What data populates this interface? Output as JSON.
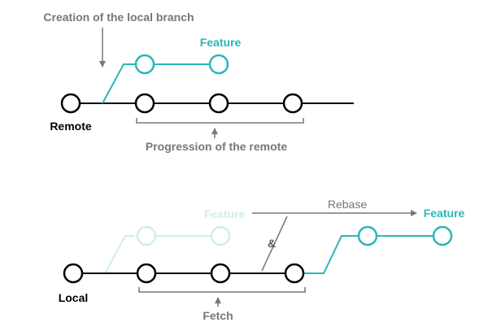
{
  "annotations": {
    "creation_label": "Creation of the local branch",
    "progression_label": "Progression of the remote",
    "rebase_label": "Rebase",
    "and_label": "&",
    "fetch_label": "Fetch"
  },
  "top_diagram": {
    "branch_label": "Feature",
    "node_label": "Remote"
  },
  "bottom_diagram": {
    "faded_branch_label": "Feature",
    "rebased_branch_label": "Feature",
    "node_label": "Local"
  },
  "colors": {
    "line": "#000000",
    "branch": "#2ab7b7",
    "faded_branch": "#cfeeee",
    "annotation": "#777777"
  }
}
